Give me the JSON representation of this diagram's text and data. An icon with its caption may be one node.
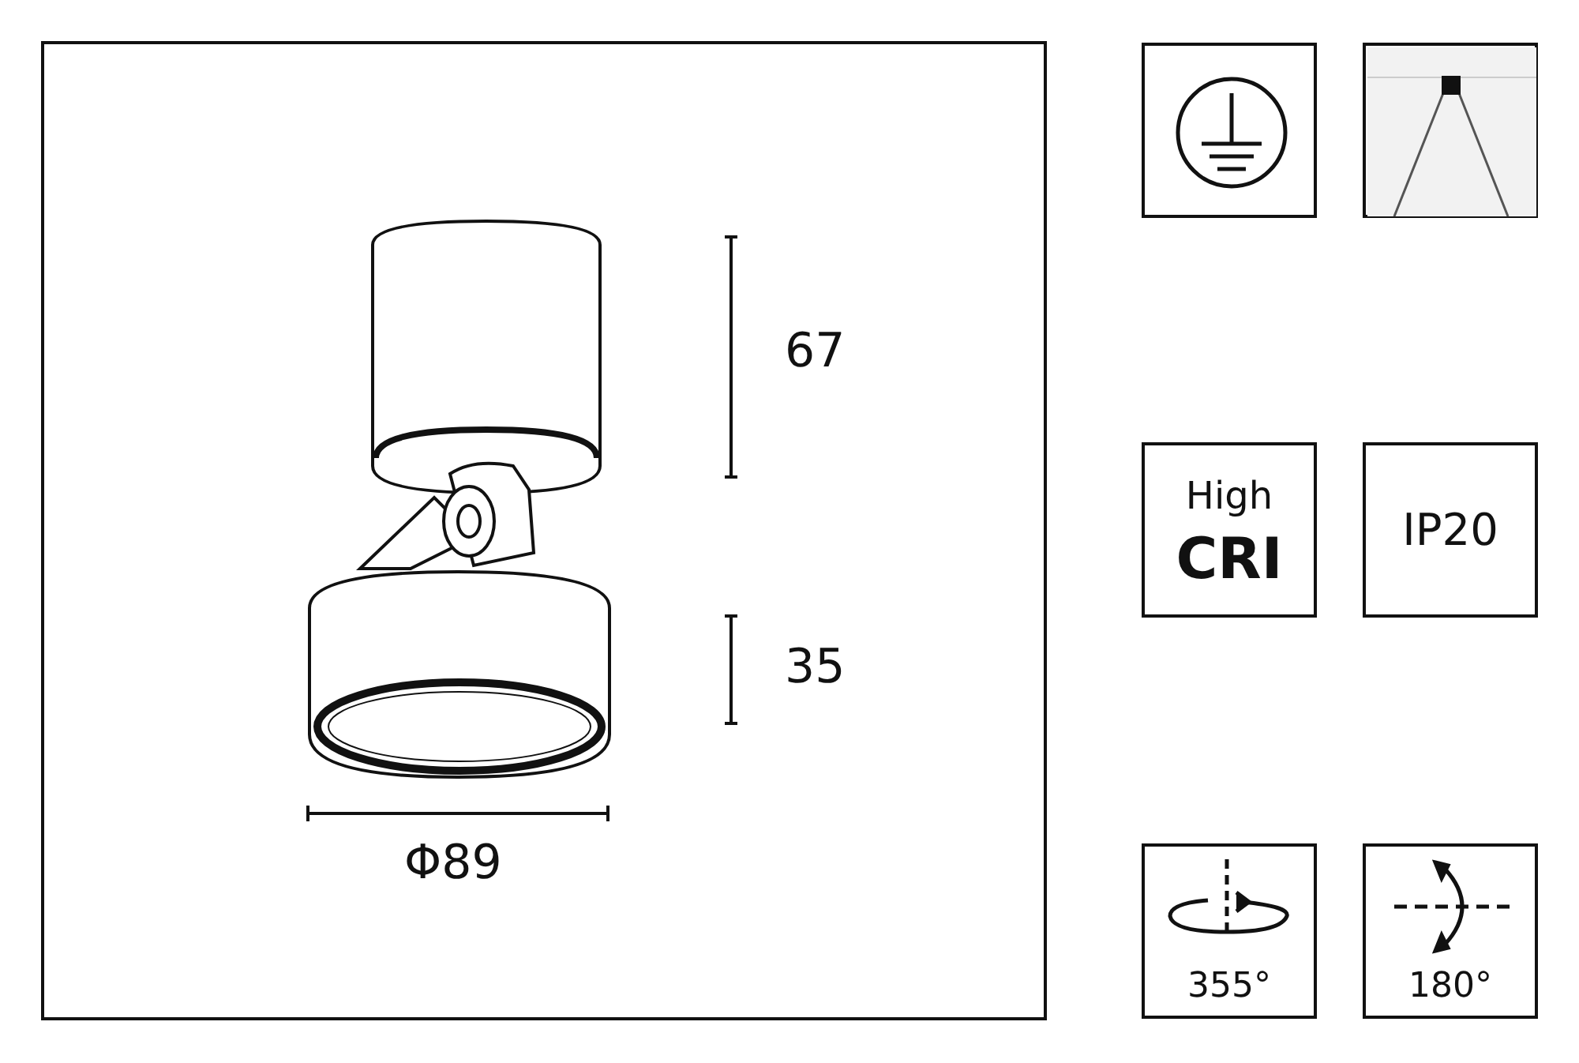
{
  "diagram": {
    "nodes": [
      {
        "text": [],
        "shape": "picture"
      },
      {
        "text": [],
        "shape": "picture"
      },
      {
        "text": [
          "High",
          "CRI"
        ]
      },
      {
        "text": [
          "IP20"
        ]
      },
      {
        "text": [
          "355°"
        ]
      },
      {
        "text": [
          "180°"
        ]
      }
    ],
    "labels": [
      "67",
      "35",
      "Φ89"
    ]
  }
}
